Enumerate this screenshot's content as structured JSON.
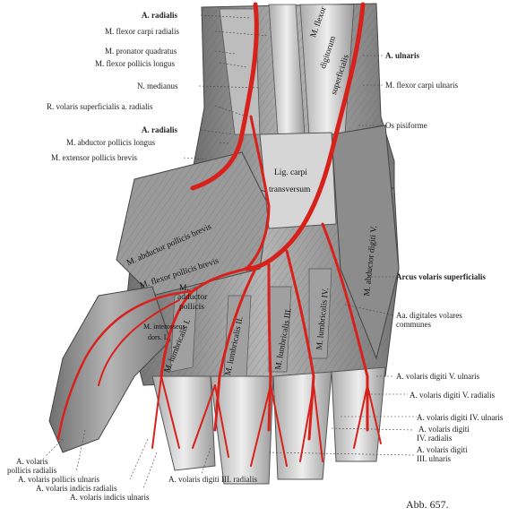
{
  "figure": {
    "caption": "Abb. 657.",
    "labels_left": [
      {
        "text": "A. radialis",
        "bold": true
      },
      {
        "text": "M. flexor carpi radialis",
        "bold": false
      },
      {
        "text": "M. pronator quadratus",
        "bold": false
      },
      {
        "text": "M. flexor pollicis longus",
        "bold": false
      },
      {
        "text": "N. medianus",
        "bold": false
      },
      {
        "text": "R. volaris superficialis a. radialis",
        "bold": false
      },
      {
        "text": "A. radialis",
        "bold": true
      },
      {
        "text": "M. abductor pollicis longus",
        "bold": false
      },
      {
        "text": "M. extensor pollicis brevis",
        "bold": false
      }
    ],
    "labels_right": [
      {
        "text": "A. ulnaris",
        "bold": true
      },
      {
        "text": "M. flexor carpi ulnaris",
        "bold": false
      },
      {
        "text": "Os pisiforme",
        "bold": false
      },
      {
        "text": "Arcus volaris superficialis",
        "bold": true
      },
      {
        "text": "Aa. digitales volares",
        "bold": false
      },
      {
        "text": "communes",
        "bold": false
      },
      {
        "text": "A. volaris digiti V. ulnaris",
        "bold": false
      },
      {
        "text": "A. volaris digiti V. radialis",
        "bold": false
      },
      {
        "text": "A. volaris digiti IV. ulnaris",
        "bold": false
      },
      {
        "text": "A. volaris digiti",
        "bold": false
      },
      {
        "text": "IV. radialis",
        "bold": false
      },
      {
        "text": "A. volaris digiti",
        "bold": false
      },
      {
        "text": "III. ulnaris",
        "bold": false
      }
    ],
    "labels_bottom": [
      {
        "text": "A. volaris"
      },
      {
        "text": "pollicis radialis"
      },
      {
        "text": "A. volaris pollicis ulnaris"
      },
      {
        "text": "A. volaris indicis radialis"
      },
      {
        "text": "A. volaris indicis ulnaris"
      },
      {
        "text": "A. volaris digiti III. radialis"
      }
    ],
    "muscle_labels": [
      {
        "text": "M. flexor"
      },
      {
        "text": "digitorum"
      },
      {
        "text": "superficialis"
      },
      {
        "text": "Lig. carpi"
      },
      {
        "text": "transversum"
      },
      {
        "text": "M. abductor pollicis brevis"
      },
      {
        "text": "M. flexor pollicis brevis"
      },
      {
        "text": "M."
      },
      {
        "text": "adductor"
      },
      {
        "text": "pollicis"
      },
      {
        "text": "M. interosseus"
      },
      {
        "text": "dors. I."
      },
      {
        "text": "M. lumbricalis I."
      },
      {
        "text": "M. lumbricalis II."
      },
      {
        "text": "M. lumbricalis III."
      },
      {
        "text": "M. lumbricalis IV."
      },
      {
        "text": "M. abductor digiti V."
      }
    ],
    "colors": {
      "artery": "#d8211b",
      "muscle": "#8f8f8f",
      "tendon": "#cfcfcf",
      "background": "#ffffff"
    }
  }
}
